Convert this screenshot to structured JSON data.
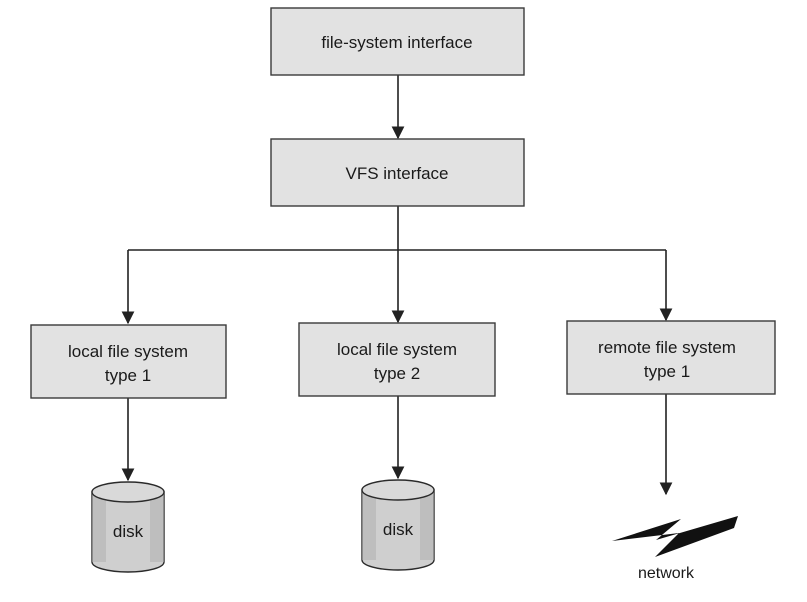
{
  "boxes": {
    "fs_interface": {
      "label": "file-system interface"
    },
    "vfs_interface": {
      "label": "VFS interface"
    },
    "local_fs_1": {
      "line1": "local file system",
      "line2": "type 1"
    },
    "local_fs_2": {
      "line1": "local file system",
      "line2": "type 2"
    },
    "remote_fs_1": {
      "line1": "remote file system",
      "line2": "type 1"
    }
  },
  "storage": {
    "disk_1": {
      "label": "disk"
    },
    "disk_2": {
      "label": "disk"
    }
  },
  "network": {
    "label": "network",
    "icon": "lightning-bolt-icon"
  },
  "colors": {
    "box_fill": "#e2e2e2",
    "stroke": "#222222",
    "disk_fill": "#cfcfcf"
  }
}
